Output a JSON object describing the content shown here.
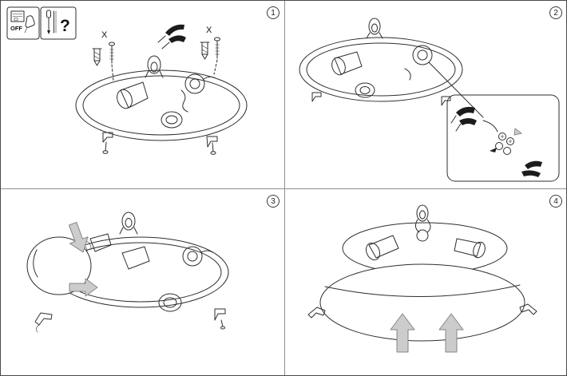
{
  "colors": {
    "line": "#2e2e2e",
    "arrow_fill": "#cccccc"
  },
  "steps": [
    {
      "label": "1"
    },
    {
      "label": "2"
    },
    {
      "label": "3"
    },
    {
      "label": "4"
    }
  ],
  "panel1": {
    "switch_inset": {
      "label": "OFF"
    },
    "tools_inset": {
      "label": "?"
    },
    "screw_marks": {
      "left": "X",
      "right": "X"
    }
  }
}
